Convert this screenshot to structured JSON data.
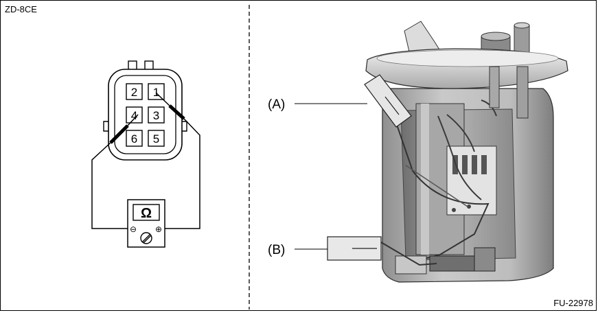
{
  "figure": {
    "code_top_left": "ZD-8CE",
    "code_bottom_right": "FU-22978"
  },
  "connector": {
    "pins": [
      {
        "number": "2"
      },
      {
        "number": "1"
      },
      {
        "number": "4"
      },
      {
        "number": "3"
      },
      {
        "number": "6"
      },
      {
        "number": "5"
      }
    ]
  },
  "meter": {
    "symbol": "Ω",
    "negative_symbol": "⊖",
    "positive_symbol": "⊕"
  },
  "callouts": {
    "a": "(A)",
    "b": "(B)"
  }
}
